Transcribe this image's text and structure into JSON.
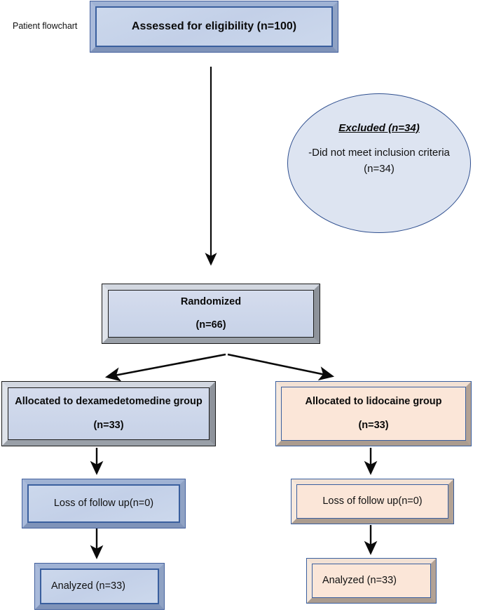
{
  "figure": {
    "side_label": "Patient flowchart",
    "type": "CONSORT patient flow diagram"
  },
  "nodes": {
    "assessed": {
      "label": "Assessed for eligibility (n=100)",
      "n": 100,
      "fill": "#c7d3ea",
      "border": "#3a5f9e"
    },
    "excluded": {
      "title": "Excluded (n=34)",
      "reason": "-Did not meet inclusion criteria (n=34)",
      "n": 34,
      "fill": "#dde4f1",
      "border": "#2f4f8f"
    },
    "randomized": {
      "line1": "Randomized",
      "line2": "(n=66)",
      "n": 66,
      "fill": "#ccd6ea",
      "border": "#1b1b1b"
    },
    "alloc_dex": {
      "line1": "Allocated to dexamedetomedine group",
      "line2": "(n=33)",
      "n": 33,
      "fill": "#ccd6ea",
      "border": "#1b1b1b"
    },
    "alloc_lido": {
      "line1": "Allocated to lidocaine group",
      "line2": "(n=33)",
      "n": 33,
      "fill": "#fbe6d8",
      "border": "#3a5f9e"
    },
    "loss_dex": {
      "label": "Loss of follow up(n=0)",
      "n": 0,
      "fill": "#ccd8ec",
      "border": "#3a5f9e"
    },
    "loss_lido": {
      "label": "Loss of follow up(n=0)",
      "n": 0,
      "fill": "#fbe6d8",
      "border": "#3a5f9e"
    },
    "analyzed_dex": {
      "label": "Analyzed (n=33)",
      "n": 33,
      "fill": "#ccd8ec",
      "border": "#3a5f9e"
    },
    "analyzed_lido": {
      "label": "Analyzed (n=33)",
      "n": 33,
      "fill": "#fbe6d8",
      "border": "#3a5f9e"
    }
  },
  "connectors": [
    {
      "from": "assessed",
      "to": "randomized",
      "kind": "vertical-arrow"
    },
    {
      "from": "randomized",
      "to": "alloc_dex",
      "kind": "diagonal-arrow-left"
    },
    {
      "from": "randomized",
      "to": "alloc_lido",
      "kind": "diagonal-arrow-right"
    },
    {
      "from": "alloc_dex",
      "to": "loss_dex",
      "kind": "vertical-arrow"
    },
    {
      "from": "loss_dex",
      "to": "analyzed_dex",
      "kind": "vertical-arrow"
    },
    {
      "from": "alloc_lido",
      "to": "loss_lido",
      "kind": "vertical-arrow"
    },
    {
      "from": "loss_lido",
      "to": "analyzed_lido",
      "kind": "vertical-arrow"
    }
  ],
  "palette": {
    "arrow": "#0a0a0a",
    "blue_fill": "#ccd8ec",
    "peach_fill": "#fbe6d8",
    "blue_border": "#3a5f9e",
    "dark_border": "#1b1b1b",
    "background": "#ffffff"
  }
}
